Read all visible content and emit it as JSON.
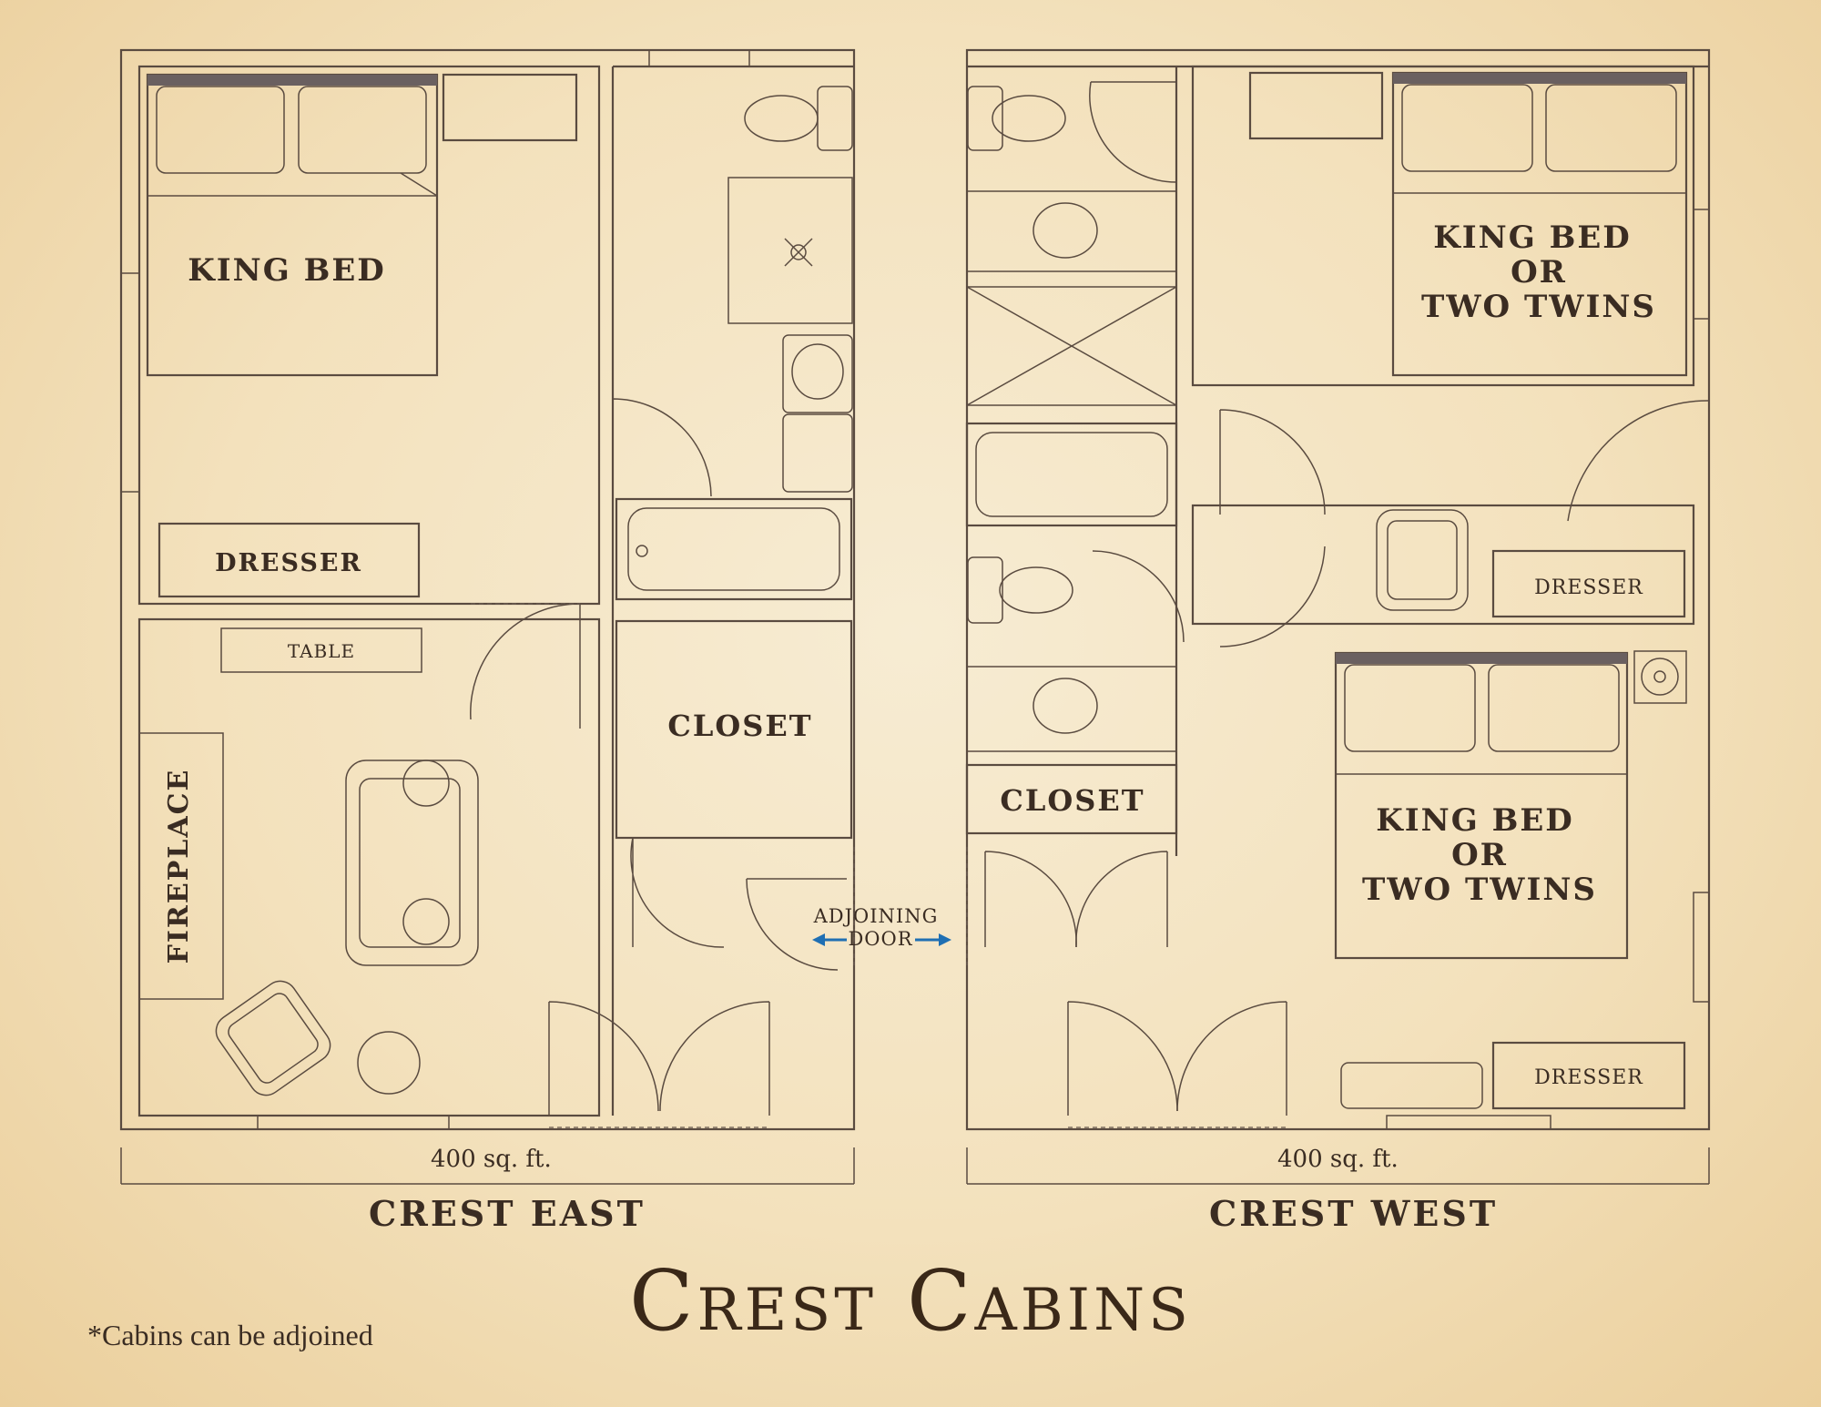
{
  "title": "Crest Cabins",
  "note": "*Cabins can be adjoined",
  "cabins": {
    "east": {
      "name": "CREST EAST",
      "area": "400 sq. ft.",
      "bed": "KING BED",
      "dresser": "DRESSER",
      "table": "TABLE",
      "fireplace": "FIREPLACE",
      "closet": "CLOSET"
    },
    "west": {
      "name": "CREST WEST",
      "area": "400 sq. ft.",
      "bed1": [
        "KING BED",
        "OR",
        "TWO TWINS"
      ],
      "bed2": [
        "KING BED",
        "OR",
        "TWO TWINS"
      ],
      "dresser1": "DRESSER",
      "dresser2": "DRESSER",
      "closet": "CLOSET"
    }
  },
  "adjoining_door": [
    "ADJOINING",
    "DOOR"
  ],
  "colors": {
    "ink": "#3a2c22",
    "line": "#5a4b40",
    "arrow": "#1f6fb3"
  }
}
